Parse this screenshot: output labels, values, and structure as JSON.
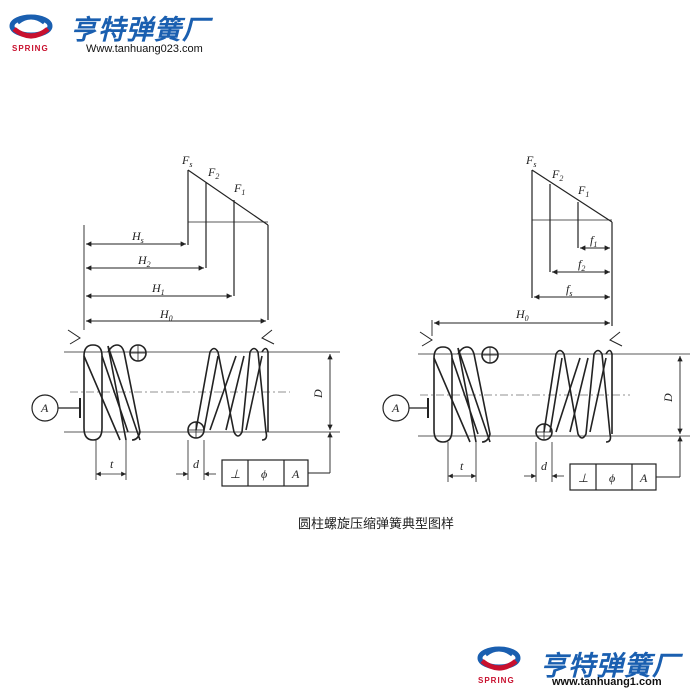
{
  "logos": {
    "top": {
      "name": "亨特弹簧厂",
      "tag": "SPRING",
      "url": "Www.tanhuang023.com"
    },
    "bottom": {
      "name": "亨特弹簧厂",
      "tag": "SPRING",
      "url": "www.tanhuang1.com"
    }
  },
  "caption": "圆柱螺旋压缩弹簧典型图样",
  "left_drawing": {
    "forces": [
      "F",
      "s",
      "F",
      "2",
      "F",
      "1"
    ],
    "heights": [
      "H",
      "s",
      "H",
      "2",
      "H",
      "1",
      "H",
      "0"
    ],
    "dims": {
      "D": "D",
      "t": "t",
      "d": "d"
    },
    "datum": "A",
    "tolerance": [
      "⊥",
      "ϕ",
      "A"
    ]
  },
  "right_drawing": {
    "forces": [
      "F",
      "s",
      "F",
      "2",
      "F",
      "1"
    ],
    "deflections": [
      "f",
      "1",
      "f",
      "2",
      "f",
      "s"
    ],
    "heights": [
      "H",
      "0"
    ],
    "dims": {
      "D": "D",
      "t": "t",
      "d": "d"
    },
    "datum": "A",
    "tolerance": [
      "⊥",
      "ϕ",
      "A"
    ]
  },
  "colors": {
    "brand_blue": "#1a5fb0",
    "brand_red": "#c8102e",
    "line": "#222222"
  }
}
